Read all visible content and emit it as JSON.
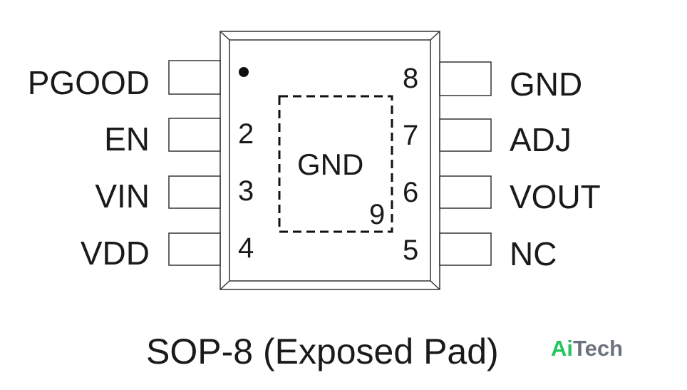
{
  "package": {
    "caption": "SOP-8 (Exposed Pad)",
    "logo_primary": "Ai",
    "logo_secondary": "Tech",
    "logo_primary_color": "#22c55e",
    "logo_secondary_color": "#6b7280"
  },
  "pins_left": [
    {
      "number": "",
      "label": "PGOOD"
    },
    {
      "number": "2",
      "label": "EN"
    },
    {
      "number": "3",
      "label": "VIN"
    },
    {
      "number": "4",
      "label": "VDD"
    }
  ],
  "pins_right": [
    {
      "number": "8",
      "label": "GND"
    },
    {
      "number": "7",
      "label": "ADJ"
    },
    {
      "number": "6",
      "label": "VOUT"
    },
    {
      "number": "5",
      "label": "NC"
    }
  ],
  "exposed_pad": {
    "label": "GND",
    "number": "9"
  }
}
